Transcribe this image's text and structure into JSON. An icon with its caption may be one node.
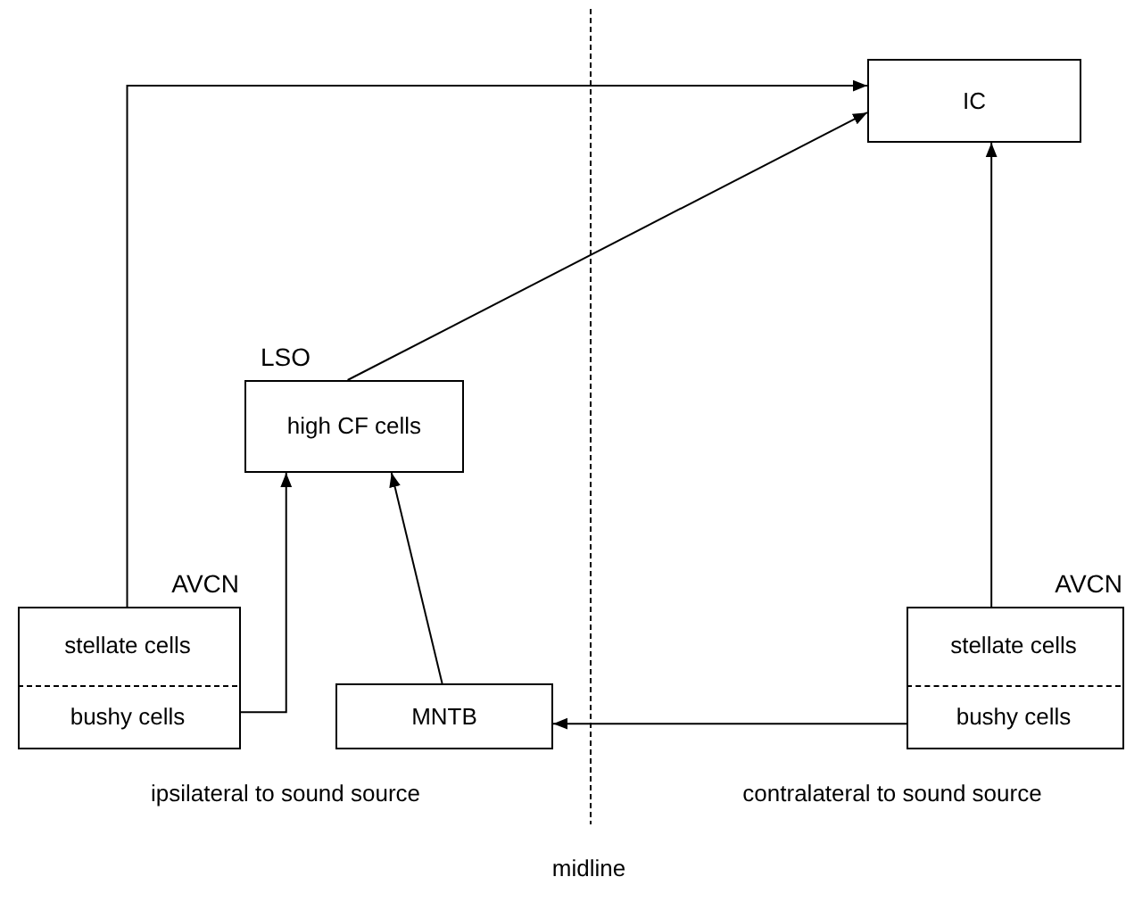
{
  "diagram": {
    "nodes": [
      {
        "text": [
          "IC"
        ]
      },
      {
        "text": [
          "LSO",
          "high CF cells"
        ]
      },
      {
        "text": [
          "AVCN"
        ]
      },
      {
        "text": [
          "stellate cells"
        ],
        "in": 2
      },
      {
        "text": [
          "bushy cells"
        ],
        "in": 2
      },
      {
        "text": [
          "MNTB"
        ]
      },
      {
        "text": [
          "AVCN"
        ]
      },
      {
        "text": [
          "stellate cells"
        ],
        "in": 6
      },
      {
        "text": [
          "bushy cells"
        ],
        "in": 6
      }
    ],
    "edges": [
      {
        "from": 3,
        "to": 0,
        "arrow": "to"
      },
      {
        "from": 1,
        "to": 0,
        "arrow": "to"
      },
      {
        "from": 4,
        "to": 1,
        "arrow": "to"
      },
      {
        "from": 5,
        "to": 1,
        "arrow": "to"
      },
      {
        "from": 8,
        "to": 5,
        "arrow": "to"
      },
      {
        "from": 7,
        "to": 0,
        "arrow": "to"
      }
    ],
    "labels": [
      "ipsilateral to sound source",
      "contralateral to sound source",
      "midline"
    ]
  }
}
